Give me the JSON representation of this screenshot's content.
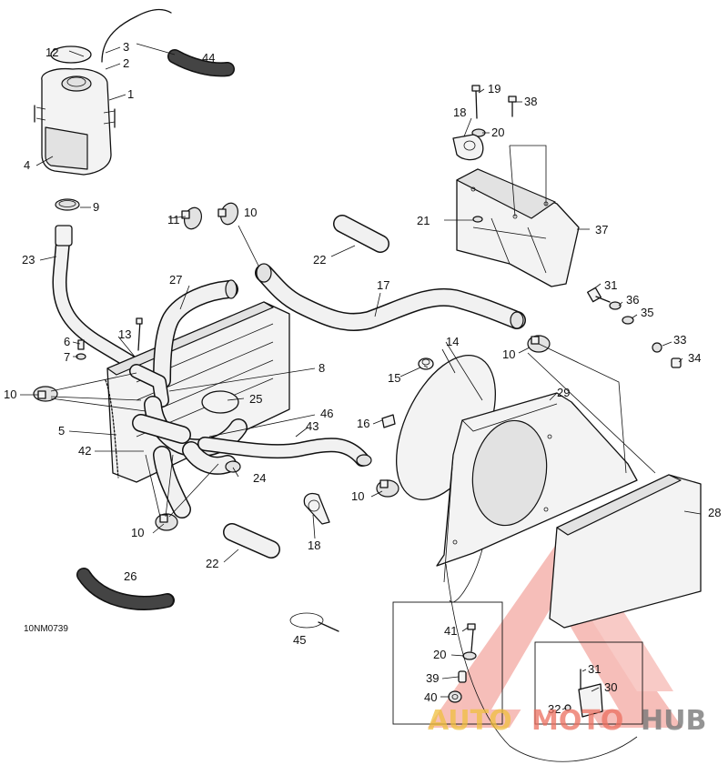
{
  "diagram": {
    "drawing_code": "10NM0739",
    "watermark": {
      "part1": "AUTO",
      "part2": "MOTO",
      "part3": "HUB",
      "colors": [
        "#f0c040",
        "#ec7060",
        "#7a7a7a"
      ]
    },
    "callouts": [
      {
        "id": "c1",
        "label": "1"
      },
      {
        "id": "c2",
        "label": "2"
      },
      {
        "id": "c3",
        "label": "3"
      },
      {
        "id": "c4",
        "label": "4"
      },
      {
        "id": "c5",
        "label": "5"
      },
      {
        "id": "c6",
        "label": "6"
      },
      {
        "id": "c7",
        "label": "7"
      },
      {
        "id": "c8",
        "label": "8"
      },
      {
        "id": "c9",
        "label": "9"
      },
      {
        "id": "c10a",
        "label": "10"
      },
      {
        "id": "c10b",
        "label": "10"
      },
      {
        "id": "c10c",
        "label": "10"
      },
      {
        "id": "c10d",
        "label": "10"
      },
      {
        "id": "c10e",
        "label": "10"
      },
      {
        "id": "c11",
        "label": "11"
      },
      {
        "id": "c12",
        "label": "12"
      },
      {
        "id": "c13",
        "label": "13"
      },
      {
        "id": "c14",
        "label": "14"
      },
      {
        "id": "c15",
        "label": "15"
      },
      {
        "id": "c16",
        "label": "16"
      },
      {
        "id": "c17",
        "label": "17"
      },
      {
        "id": "c18a",
        "label": "18"
      },
      {
        "id": "c18b",
        "label": "18"
      },
      {
        "id": "c19",
        "label": "19"
      },
      {
        "id": "c20a",
        "label": "20"
      },
      {
        "id": "c20b",
        "label": "20"
      },
      {
        "id": "c21",
        "label": "21"
      },
      {
        "id": "c22a",
        "label": "22"
      },
      {
        "id": "c22b",
        "label": "22"
      },
      {
        "id": "c23",
        "label": "23"
      },
      {
        "id": "c24",
        "label": "24"
      },
      {
        "id": "c25",
        "label": "25"
      },
      {
        "id": "c26",
        "label": "26"
      },
      {
        "id": "c27",
        "label": "27"
      },
      {
        "id": "c28",
        "label": "28"
      },
      {
        "id": "c29",
        "label": "29"
      },
      {
        "id": "c30",
        "label": "30"
      },
      {
        "id": "c31a",
        "label": "31"
      },
      {
        "id": "c31b",
        "label": "31"
      },
      {
        "id": "c32",
        "label": "32"
      },
      {
        "id": "c33",
        "label": "33"
      },
      {
        "id": "c34",
        "label": "34"
      },
      {
        "id": "c35",
        "label": "35"
      },
      {
        "id": "c36",
        "label": "36"
      },
      {
        "id": "c37",
        "label": "37"
      },
      {
        "id": "c38",
        "label": "38"
      },
      {
        "id": "c39",
        "label": "39"
      },
      {
        "id": "c40",
        "label": "40"
      },
      {
        "id": "c41",
        "label": "41"
      },
      {
        "id": "c42",
        "label": "42"
      },
      {
        "id": "c43",
        "label": "43"
      },
      {
        "id": "c44",
        "label": "44"
      },
      {
        "id": "c45",
        "label": "45"
      },
      {
        "id": "c46",
        "label": "46"
      }
    ]
  }
}
